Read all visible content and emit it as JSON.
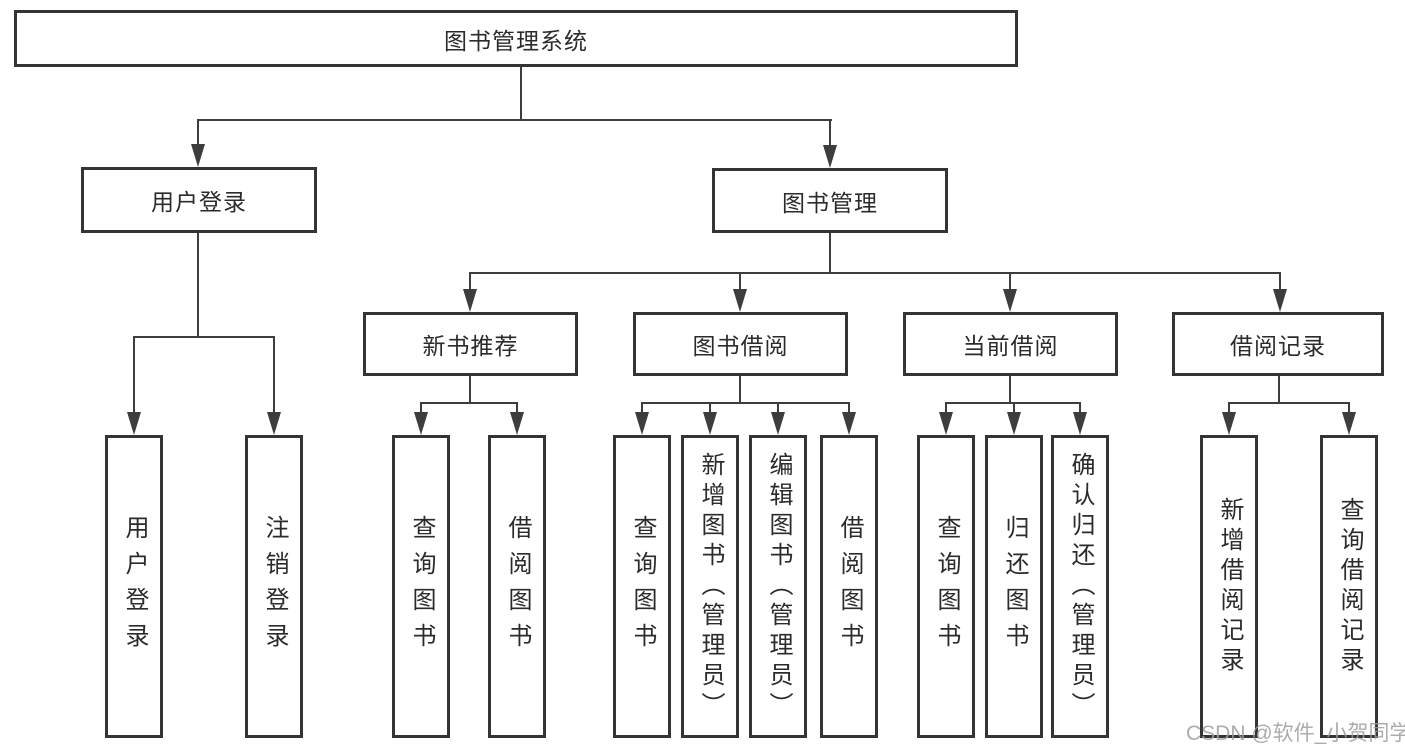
{
  "colors": {
    "line": "#3d3d3d",
    "box_border": "#343434",
    "text": "#2b2b2b",
    "watermark": "#9e9e9e"
  },
  "tree": {
    "root": {
      "label": "图书管理系统"
    },
    "branches": [
      {
        "label": "用户登录",
        "children": [
          {
            "label": "用户登录"
          },
          {
            "label": "注销登录"
          }
        ]
      },
      {
        "label": "图书管理",
        "groups": [
          {
            "label": "新书推荐",
            "children": [
              {
                "label": "查询图书"
              },
              {
                "label": "借阅图书"
              }
            ]
          },
          {
            "label": "图书借阅",
            "children": [
              {
                "label": "查询图书"
              },
              {
                "label": "新增图书（管理员）"
              },
              {
                "label": "编辑图书（管理员）"
              },
              {
                "label": "借阅图书"
              }
            ]
          },
          {
            "label": "当前借阅",
            "children": [
              {
                "label": "查询图书"
              },
              {
                "label": "归还图书"
              },
              {
                "label": "确认归还（管理员）"
              }
            ]
          },
          {
            "label": "借阅记录",
            "children": [
              {
                "label": "新增借阅记录"
              },
              {
                "label": "查询借阅记录"
              }
            ]
          }
        ]
      }
    ]
  },
  "watermark": {
    "text": "CSDN @软件_小贺同学"
  }
}
